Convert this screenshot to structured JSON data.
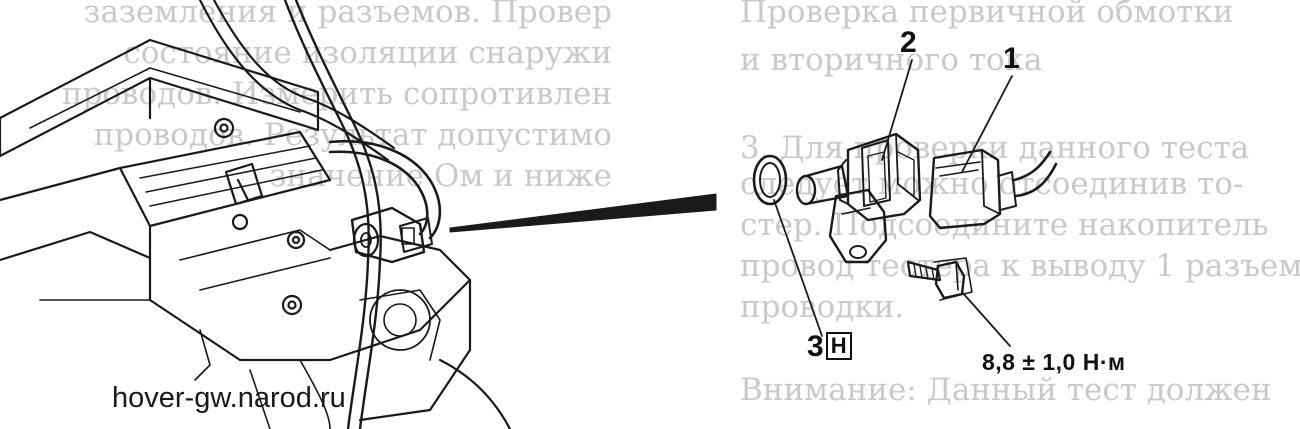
{
  "background_text": {
    "left_lines": [
      "заземления и разъемов. Провер",
      "состояние изоляции снаружи",
      "проводов. Измерить сопротивлен",
      "проводов. Результат допустимо",
      "значение        Ом и ниже"
    ],
    "right_lines": [
      "Проверка первичной обмотки",
      "и вторичного тока",
      "",
      "3. Для проверки данного теста",
      "следует можно отсоединив то-",
      "стер. Подсоедините накопитель",
      "провод тестера к выводу 1 разъема",
      "проводки.",
      "",
      "Внимание: Данный тест должен"
    ]
  },
  "callouts": {
    "connector": "1",
    "sensor": "2",
    "o_ring": "3",
    "o_ring_mark": "H",
    "torque": "8,8 ± 1,0 Н·м"
  },
  "watermark": "hover-gw.narod.ru",
  "colors": {
    "ink": "#1a1a1a",
    "bleed_text": "#c9c9c9",
    "background": "#ffffff"
  }
}
